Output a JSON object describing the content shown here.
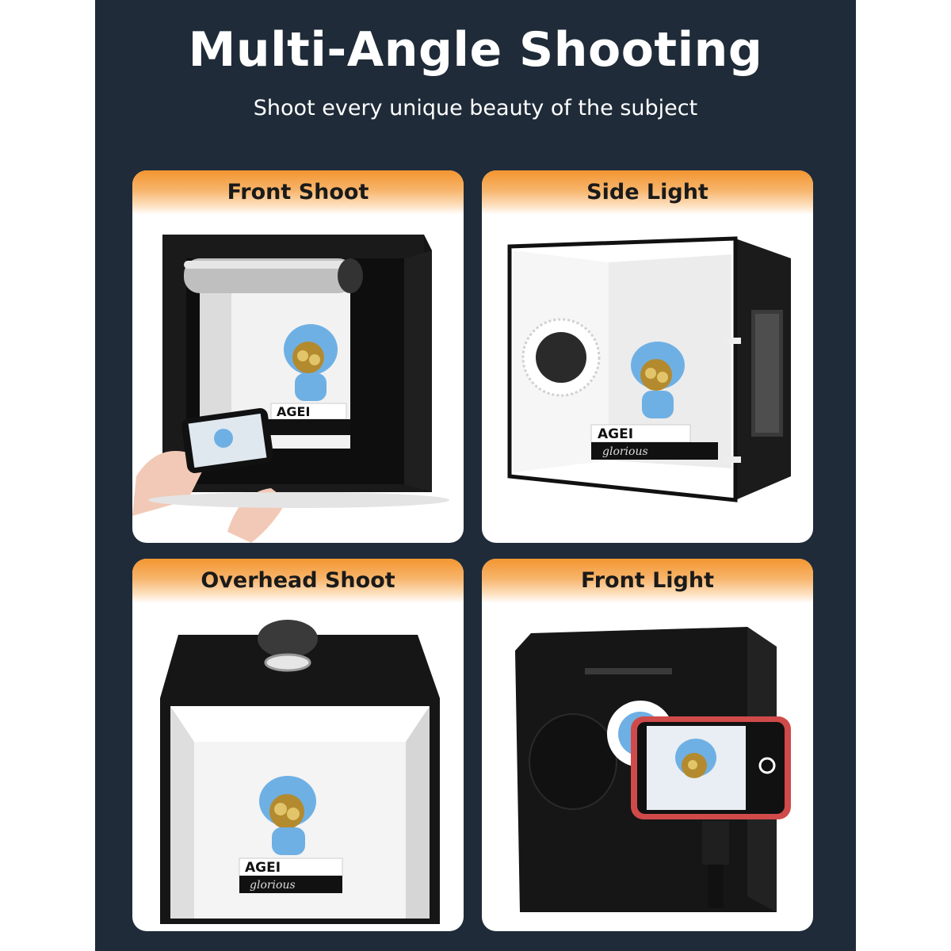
{
  "header": {
    "title": "Multi-Angle Shooting",
    "subtitle": "Shoot every unique beauty of the subject"
  },
  "cards": [
    {
      "label": "Front Shoot"
    },
    {
      "label": "Side Light"
    },
    {
      "label": "Overhead Shoot"
    },
    {
      "label": "Front Light"
    }
  ],
  "colors": {
    "background_panel": "#1f2b38",
    "header_accent": "#f39530",
    "box_black": "#151515",
    "figure_blue": "#6fb0e4",
    "phone_red": "#d04a4a"
  },
  "props": {
    "book_top_text": "AGEI",
    "book_bottom_text": "glorious"
  }
}
